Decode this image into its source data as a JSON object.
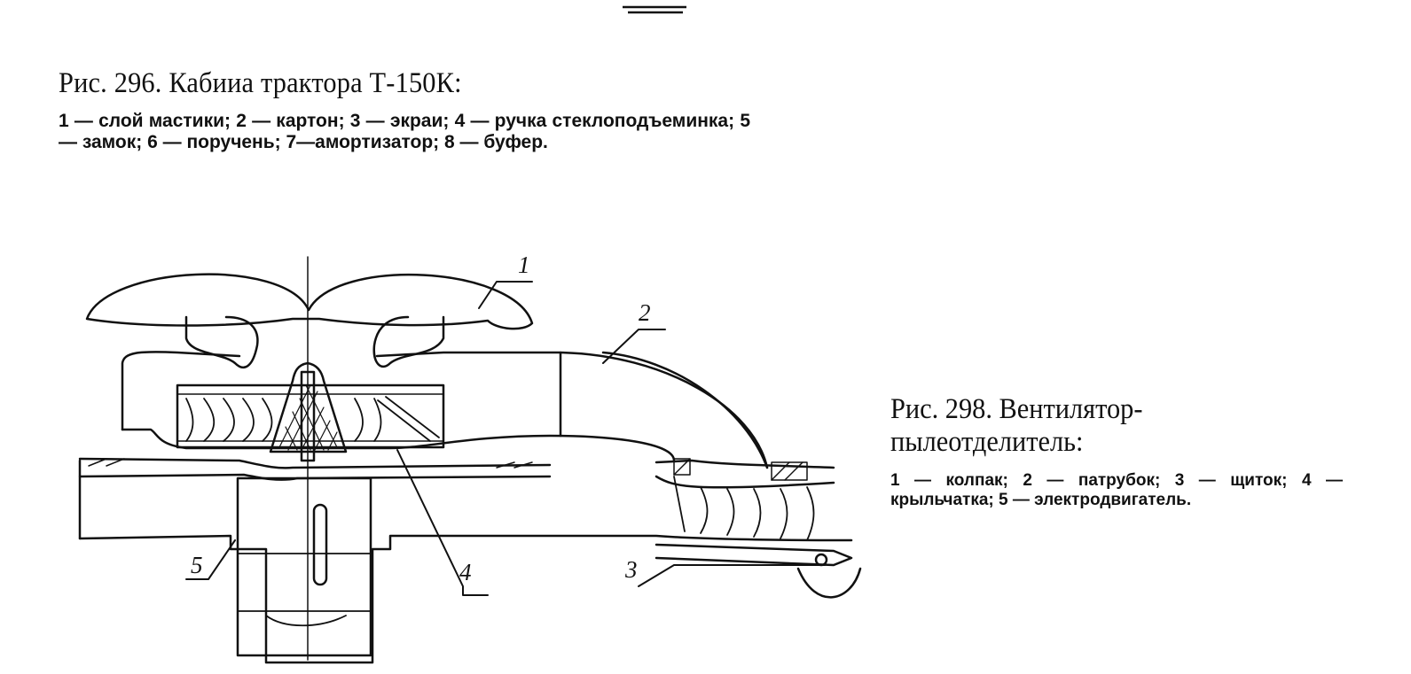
{
  "figure296": {
    "title": "Рис. 296. Кабииа трактора Т-150К:",
    "legend": "1 — слой мастики; 2 — картон; 3 — экраи; 4 — ручка стеклоподъеминка; 5 — замок; 6 — поручень; 7—амортизатор; 8 — буфер."
  },
  "figure298": {
    "title": "Рис. 298. Вентилятор-пылеотделитель:",
    "legend": "1 — колпак; 2 — патрубок; 3 — щиток; 4 — крыльчатка; 5 — электродвигатель.",
    "callouts": [
      "1",
      "2",
      "3",
      "4",
      "5"
    ]
  }
}
